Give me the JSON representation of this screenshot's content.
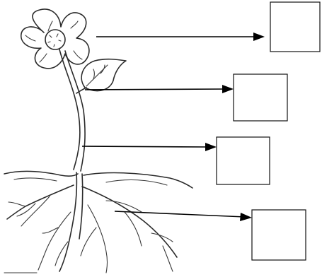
{
  "diagram": {
    "label_boxes": [
      {
        "part": "flower",
        "text": ""
      },
      {
        "part": "leaf",
        "text": ""
      },
      {
        "part": "stem",
        "text": ""
      },
      {
        "part": "roots",
        "text": ""
      }
    ]
  }
}
